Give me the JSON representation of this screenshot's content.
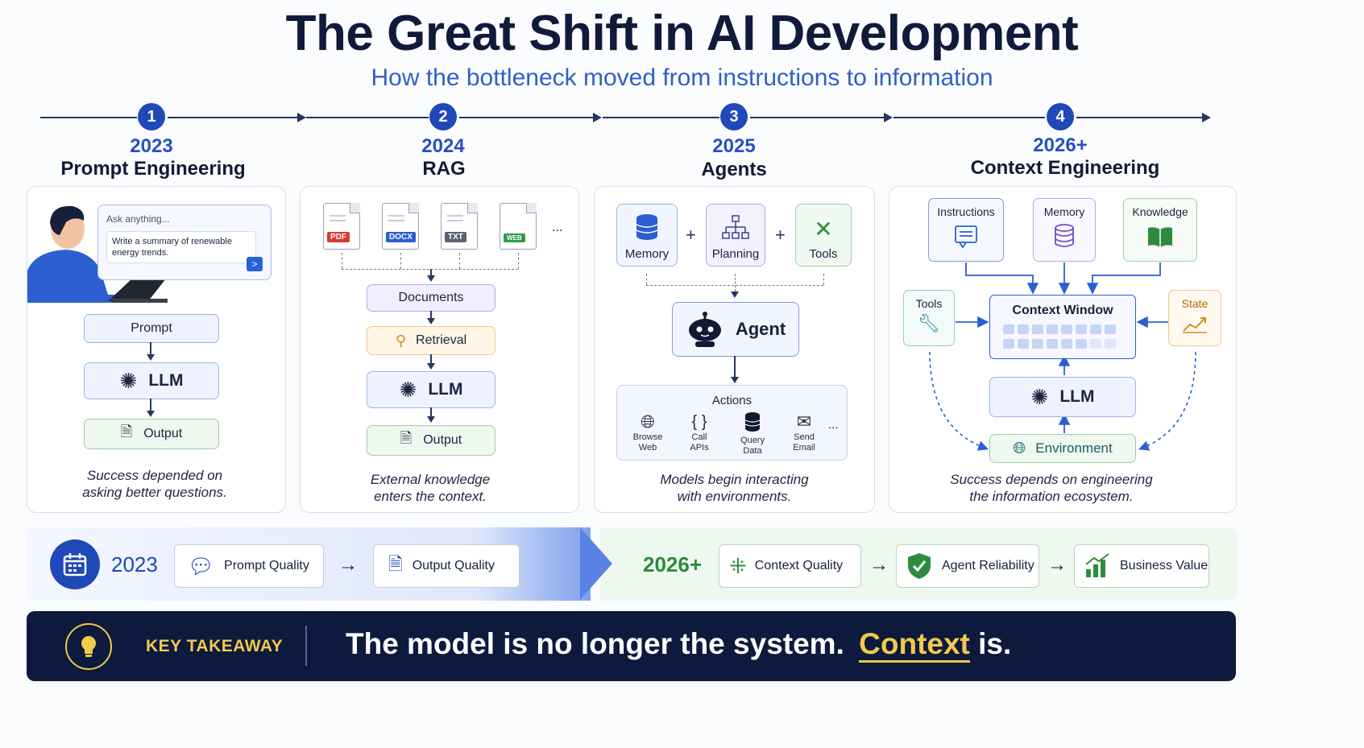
{
  "header": {
    "title": "The Great Shift in AI Development",
    "subtitle": "How the bottleneck moved from instructions to information"
  },
  "timeline": [
    {
      "num": "1",
      "year": "2023",
      "phase": "Prompt Engineering"
    },
    {
      "num": "2",
      "year": "2024",
      "phase": "RAG"
    },
    {
      "num": "3",
      "year": "2025",
      "phase": "Agents"
    },
    {
      "num": "4",
      "year": "2026+",
      "phase": "Context Engineering"
    }
  ],
  "panel1": {
    "chat_placeholder": "Ask anything...",
    "chat_text": "Write a summary of renewable energy trends.",
    "send_icon": "send-arrow-icon",
    "prompt": "Prompt",
    "llm": "LLM",
    "output": "Output",
    "caption_line1": "Success depended on",
    "caption_line2": "asking better questions."
  },
  "panel2": {
    "doc_types": [
      "PDF",
      "DOCX",
      "TXT",
      "WEB"
    ],
    "ellipsis": "...",
    "documents": "Documents",
    "retrieval": "Retrieval",
    "llm": "LLM",
    "output": "Output",
    "caption_line1": "External knowledge",
    "caption_line2": "enters the context."
  },
  "panel3": {
    "components": [
      "Memory",
      "Planning",
      "Tools"
    ],
    "plus": "+",
    "agent": "Agent",
    "actions_title": "Actions",
    "actions": [
      {
        "line1": "Browse",
        "line2": "Web",
        "icon": "globe-icon"
      },
      {
        "line1": "Call",
        "line2": "APIs",
        "icon": "braces-icon"
      },
      {
        "line1": "Query",
        "line2": "Data",
        "icon": "database-icon"
      },
      {
        "line1": "Send",
        "line2": "Email",
        "icon": "envelope-icon"
      }
    ],
    "ellipsis": "...",
    "caption_line1": "Models begin interacting",
    "caption_line2": "with environments."
  },
  "panel4": {
    "instructions": "Instructions",
    "memory": "Memory",
    "knowledge": "Knowledge",
    "tools": "Tools",
    "state": "State",
    "context_window": "Context Window",
    "llm": "LLM",
    "environment": "Environment",
    "caption_line1": "Success depends on engineering",
    "caption_line2": "the information ecosystem."
  },
  "band": {
    "left_year": "2023",
    "left_items": [
      "Prompt Quality",
      "Output Quality"
    ],
    "right_year": "2026+",
    "right_items": [
      "Context Quality",
      "Agent Reliability",
      "Business Value"
    ],
    "arrow": "→"
  },
  "takeaway": {
    "label": "KEY TAKEAWAY",
    "text_main": "The model is no longer the system.",
    "text_highlight": "Context",
    "text_end": "is."
  },
  "colors": {
    "accent_blue": "#1f48b8",
    "accent_green": "#2e8b3e",
    "navy": "#0d1a3d",
    "gold": "#f2c94c"
  }
}
